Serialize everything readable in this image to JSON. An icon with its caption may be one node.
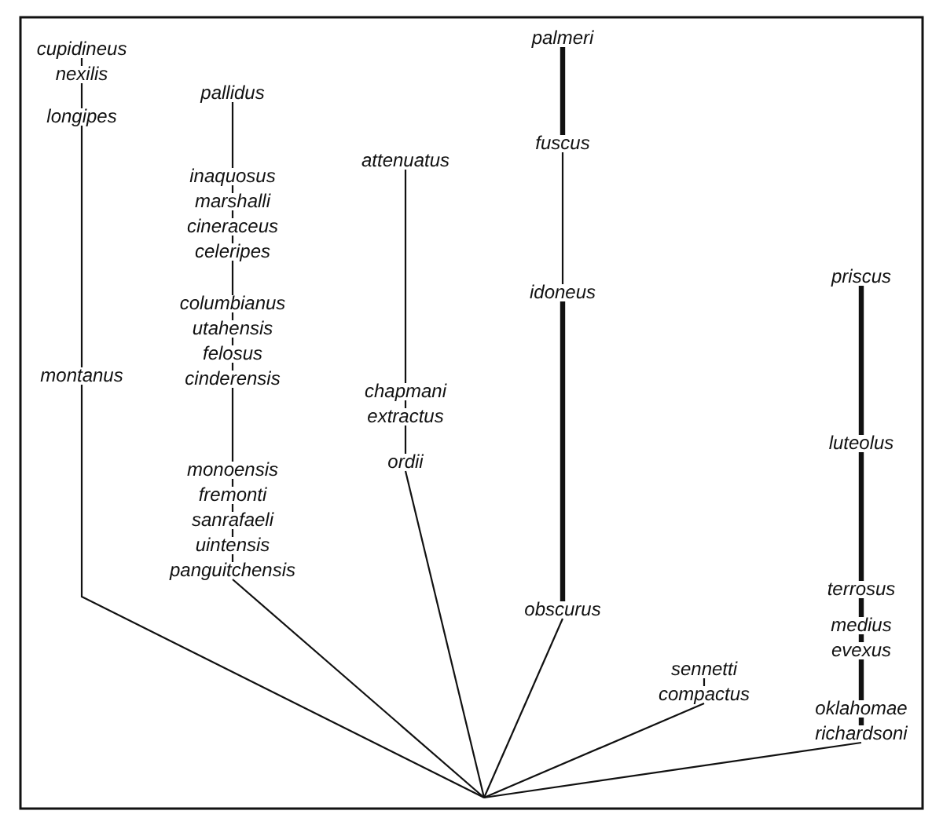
{
  "diagram": {
    "nodes": [
      {
        "text": [
          "cupidineus"
        ]
      },
      {
        "text": [
          "nexilis"
        ]
      },
      {
        "text": [
          "longipes"
        ]
      },
      {
        "text": [
          "montanus"
        ]
      },
      {
        "text": [
          "pallidus"
        ]
      },
      {
        "text": [
          "inaquosus"
        ]
      },
      {
        "text": [
          "marshalli"
        ]
      },
      {
        "text": [
          "cineraceus"
        ]
      },
      {
        "text": [
          "celeripes"
        ]
      },
      {
        "text": [
          "columbianus"
        ]
      },
      {
        "text": [
          "utahensis"
        ]
      },
      {
        "text": [
          "felosus"
        ]
      },
      {
        "text": [
          "cinderensis"
        ]
      },
      {
        "text": [
          "monoensis"
        ]
      },
      {
        "text": [
          "fremonti"
        ]
      },
      {
        "text": [
          "sanrafaeli"
        ]
      },
      {
        "text": [
          "uintensis"
        ]
      },
      {
        "text": [
          "panguitchensis"
        ]
      },
      {
        "text": [
          "attenuatus"
        ]
      },
      {
        "text": [
          "chapmani"
        ]
      },
      {
        "text": [
          "extractus"
        ]
      },
      {
        "text": [
          "ordii"
        ]
      },
      {
        "text": [
          "palmeri"
        ]
      },
      {
        "text": [
          "fuscus"
        ]
      },
      {
        "text": [
          "idoneus"
        ]
      },
      {
        "text": [
          "obscurus"
        ]
      },
      {
        "text": [
          "sennetti"
        ]
      },
      {
        "text": [
          "compactus"
        ]
      },
      {
        "text": [
          "priscus"
        ]
      },
      {
        "text": [
          "luteolus"
        ]
      },
      {
        "text": [
          "terrosus"
        ]
      },
      {
        "text": [
          "medius"
        ]
      },
      {
        "text": [
          "evexus"
        ]
      },
      {
        "text": [
          "oklahomae"
        ]
      },
      {
        "text": [
          "richardsoni"
        ]
      }
    ],
    "edges": [
      {
        "from": 0,
        "to": 1,
        "arrow": "none"
      },
      {
        "from": 1,
        "to": 2,
        "arrow": "none"
      },
      {
        "from": 2,
        "to": 3,
        "arrow": "none"
      },
      {
        "from": 4,
        "to": 5,
        "arrow": "none"
      },
      {
        "from": 5,
        "to": 6,
        "arrow": "none"
      },
      {
        "from": 6,
        "to": 7,
        "arrow": "none"
      },
      {
        "from": 7,
        "to": 8,
        "arrow": "none"
      },
      {
        "from": 8,
        "to": 9,
        "arrow": "none"
      },
      {
        "from": 9,
        "to": 10,
        "arrow": "none"
      },
      {
        "from": 10,
        "to": 11,
        "arrow": "none"
      },
      {
        "from": 11,
        "to": 12,
        "arrow": "none"
      },
      {
        "from": 12,
        "to": 13,
        "arrow": "none"
      },
      {
        "from": 13,
        "to": 14,
        "arrow": "none"
      },
      {
        "from": 14,
        "to": 15,
        "arrow": "none"
      },
      {
        "from": 15,
        "to": 16,
        "arrow": "none"
      },
      {
        "from": 16,
        "to": 17,
        "arrow": "none"
      },
      {
        "from": 18,
        "to": 19,
        "arrow": "none"
      },
      {
        "from": 19,
        "to": 20,
        "arrow": "none"
      },
      {
        "from": 20,
        "to": 21,
        "arrow": "none"
      },
      {
        "from": 22,
        "to": 23,
        "arrow": "none",
        "style": "thick"
      },
      {
        "from": 23,
        "to": 24,
        "arrow": "none"
      },
      {
        "from": 24,
        "to": 25,
        "arrow": "none",
        "style": "thick"
      },
      {
        "from": 26,
        "to": 27,
        "arrow": "none"
      },
      {
        "from": 28,
        "to": 29,
        "arrow": "none",
        "style": "thick"
      },
      {
        "from": 29,
        "to": 30,
        "arrow": "none",
        "style": "thick"
      },
      {
        "from": 30,
        "to": 31,
        "arrow": "none",
        "style": "thick"
      },
      {
        "from": 31,
        "to": 32,
        "arrow": "none",
        "style": "thick"
      },
      {
        "from": 32,
        "to": 33,
        "arrow": "none",
        "style": "thick"
      },
      {
        "from": 33,
        "to": 34,
        "arrow": "none",
        "style": "thick"
      },
      {
        "from": 3,
        "to": null,
        "arrow": "none"
      },
      {
        "from": 17,
        "to": null,
        "arrow": "none"
      },
      {
        "from": 21,
        "to": null,
        "arrow": "none"
      },
      {
        "from": 25,
        "to": null,
        "arrow": "none"
      },
      {
        "from": 27,
        "to": null,
        "arrow": "none"
      },
      {
        "from": 34,
        "to": null,
        "arrow": "none"
      }
    ]
  }
}
